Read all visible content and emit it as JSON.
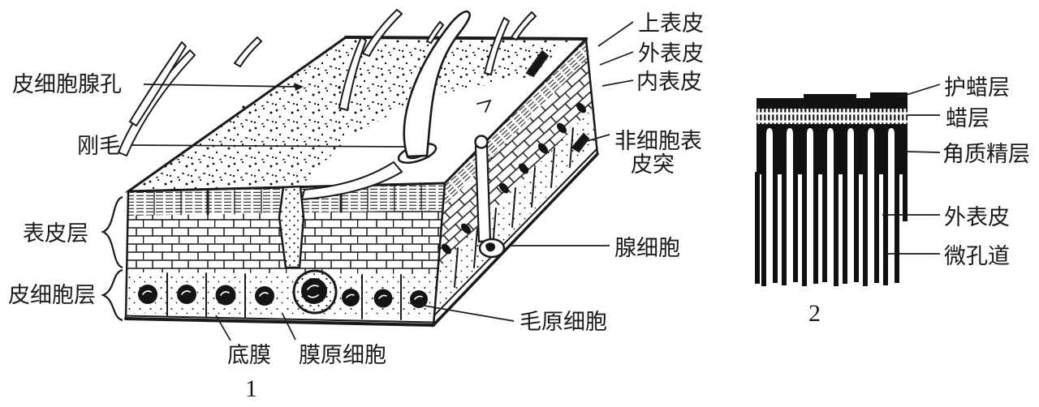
{
  "figure": {
    "panel1": {
      "number": "1",
      "labels": {
        "gland_pore": "皮细胞腺孔",
        "seta": "刚毛",
        "epicuticle_group": "表皮层",
        "epidermal_cell_layer": "皮细胞层",
        "basement_membrane": "底膜",
        "membrane_forming_cell": "膜原细胞",
        "upper_epicuticle": "上表皮",
        "outer_epicuticle": "外表皮",
        "inner_epicuticle": "内表皮",
        "noncellular_process_line1": "非细胞表",
        "noncellular_process_line2": "皮突",
        "gland_cell": "腺细胞",
        "trichogen_cell": "毛原细胞"
      }
    },
    "panel2": {
      "number": "2",
      "labels": {
        "cement_layer": "护蜡层",
        "wax_layer": "蜡层",
        "cuticulin_layer": "角质精层",
        "outer_epicuticle": "外表皮",
        "pore_canal": "微孔道"
      }
    },
    "colors": {
      "ink": "#1a1a1a",
      "paper": "#ffffff"
    }
  }
}
